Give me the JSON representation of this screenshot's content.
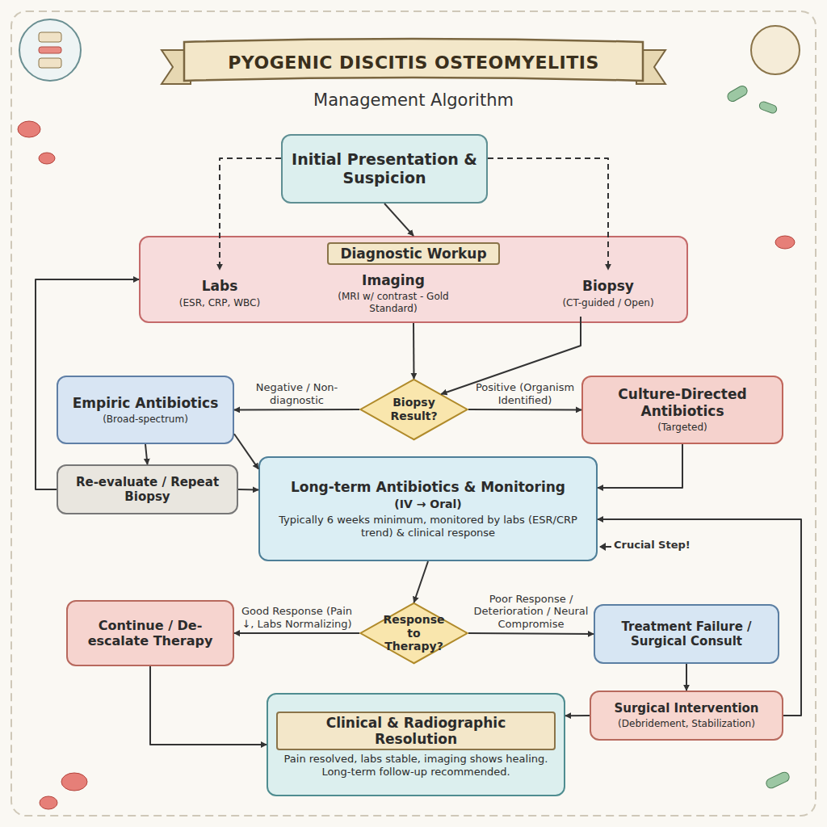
{
  "diagram": {
    "title": "PYOGENIC DISCITIS OSTEOMYELITIS",
    "nodes": [
      {
        "text": [
          "Initial Presentation & Suspicion"
        ]
      },
      {
        "text": [
          "Diagnostic Workup"
        ]
      },
      {
        "text": [
          "Labs",
          "(ESR, CRP, WBC)"
        ],
        "in": 1
      },
      {
        "text": [
          "Imaging",
          "(MRI w/ contrast - Gold Standard)"
        ],
        "in": 1
      },
      {
        "text": [
          "Biopsy",
          "(CT-guided / Open)"
        ],
        "in": 1
      },
      {
        "text": [
          "Empiric Antibiotics",
          "(Broad-spectrum)"
        ]
      },
      {
        "text": [
          "Biopsy Result?"
        ]
      },
      {
        "text": [
          "Culture-Directed Antibiotics",
          "(Targeted)"
        ]
      },
      {
        "text": [
          "Re-evaluate / Repeat Biopsy"
        ]
      },
      {
        "text": [
          "Long-term Antibiotics & Monitoring",
          "(IV → Oral)",
          "Typically 6 weeks minimum, monitored by labs (ESR/CRP trend) & clinical response"
        ]
      },
      {
        "text": [
          "Continue / De-escalate Therapy"
        ]
      },
      {
        "text": [
          "Response to Therapy?"
        ]
      },
      {
        "text": [
          "Treatment Failure / Surgical Consult"
        ]
      },
      {
        "text": [
          "Surgical Intervention",
          "(Debridement, Stabilization)"
        ]
      },
      {
        "text": [
          "Clinical & Radiographic Resolution",
          "Pain resolved, labs stable, imaging shows healing. Long-term follow-up recommended."
        ]
      }
    ],
    "edges": [
      {
        "from": 0,
        "to": 1,
        "arrow": "to"
      },
      {
        "from": 0,
        "to": 2,
        "arrow": "to"
      },
      {
        "from": 0,
        "to": 4,
        "arrow": "to"
      },
      {
        "from": 1,
        "to": 6,
        "arrow": "to"
      },
      {
        "from": 4,
        "to": 6,
        "arrow": "to"
      },
      {
        "from": 6,
        "to": 5,
        "label": "Negative / Non-diagnostic",
        "arrow": "to"
      },
      {
        "from": 6,
        "to": 7,
        "label": "Positive (Organism Identified)",
        "arrow": "to"
      },
      {
        "from": 5,
        "to": 8,
        "arrow": "to"
      },
      {
        "from": 5,
        "to": 9,
        "arrow": "to"
      },
      {
        "from": 8,
        "to": 9,
        "arrow": "to"
      },
      {
        "from": 8,
        "to": 1,
        "arrow": "to"
      },
      {
        "from": 7,
        "to": 9,
        "arrow": "to"
      },
      {
        "from": 9,
        "to": 11,
        "arrow": "to"
      },
      {
        "from": 11,
        "to": 10,
        "label": "Good Response (Pain ↓, Labs Normalizing)",
        "arrow": "to"
      },
      {
        "from": 11,
        "to": 12,
        "label": "Poor Response / Deterioration / Neural Compromise",
        "arrow": "to"
      },
      {
        "from": 12,
        "to": 13,
        "arrow": "to"
      },
      {
        "from": 13,
        "to": 9,
        "arrow": "to"
      },
      {
        "from": 10,
        "to": 14,
        "arrow": "to"
      },
      {
        "from": 13,
        "to": 14,
        "arrow": "to"
      }
    ],
    "labels": [
      "Management Algorithm",
      "Crucial Step!"
    ]
  }
}
